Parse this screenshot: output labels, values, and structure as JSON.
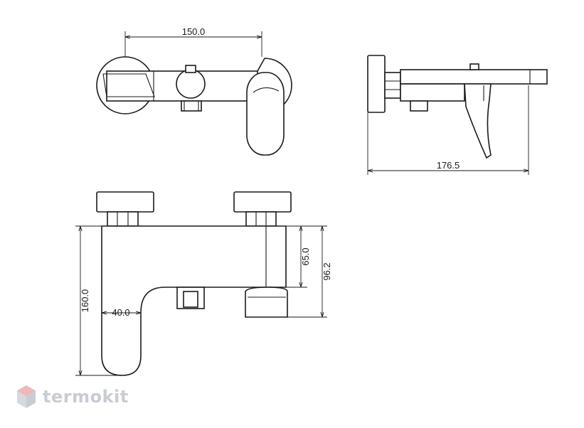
{
  "dimensions": {
    "top_width": "150.0",
    "side_depth": "176.5",
    "front_height": "160.0",
    "spout_offset": "40.0",
    "height_65": "65.0",
    "height_96": "96.2"
  },
  "brand": {
    "name": "termokit",
    "logo_icon": "hexagon-logo-icon",
    "color": "#c9ccd3",
    "accent": "#f0b8b8"
  },
  "line_color": "#1a1a1a"
}
